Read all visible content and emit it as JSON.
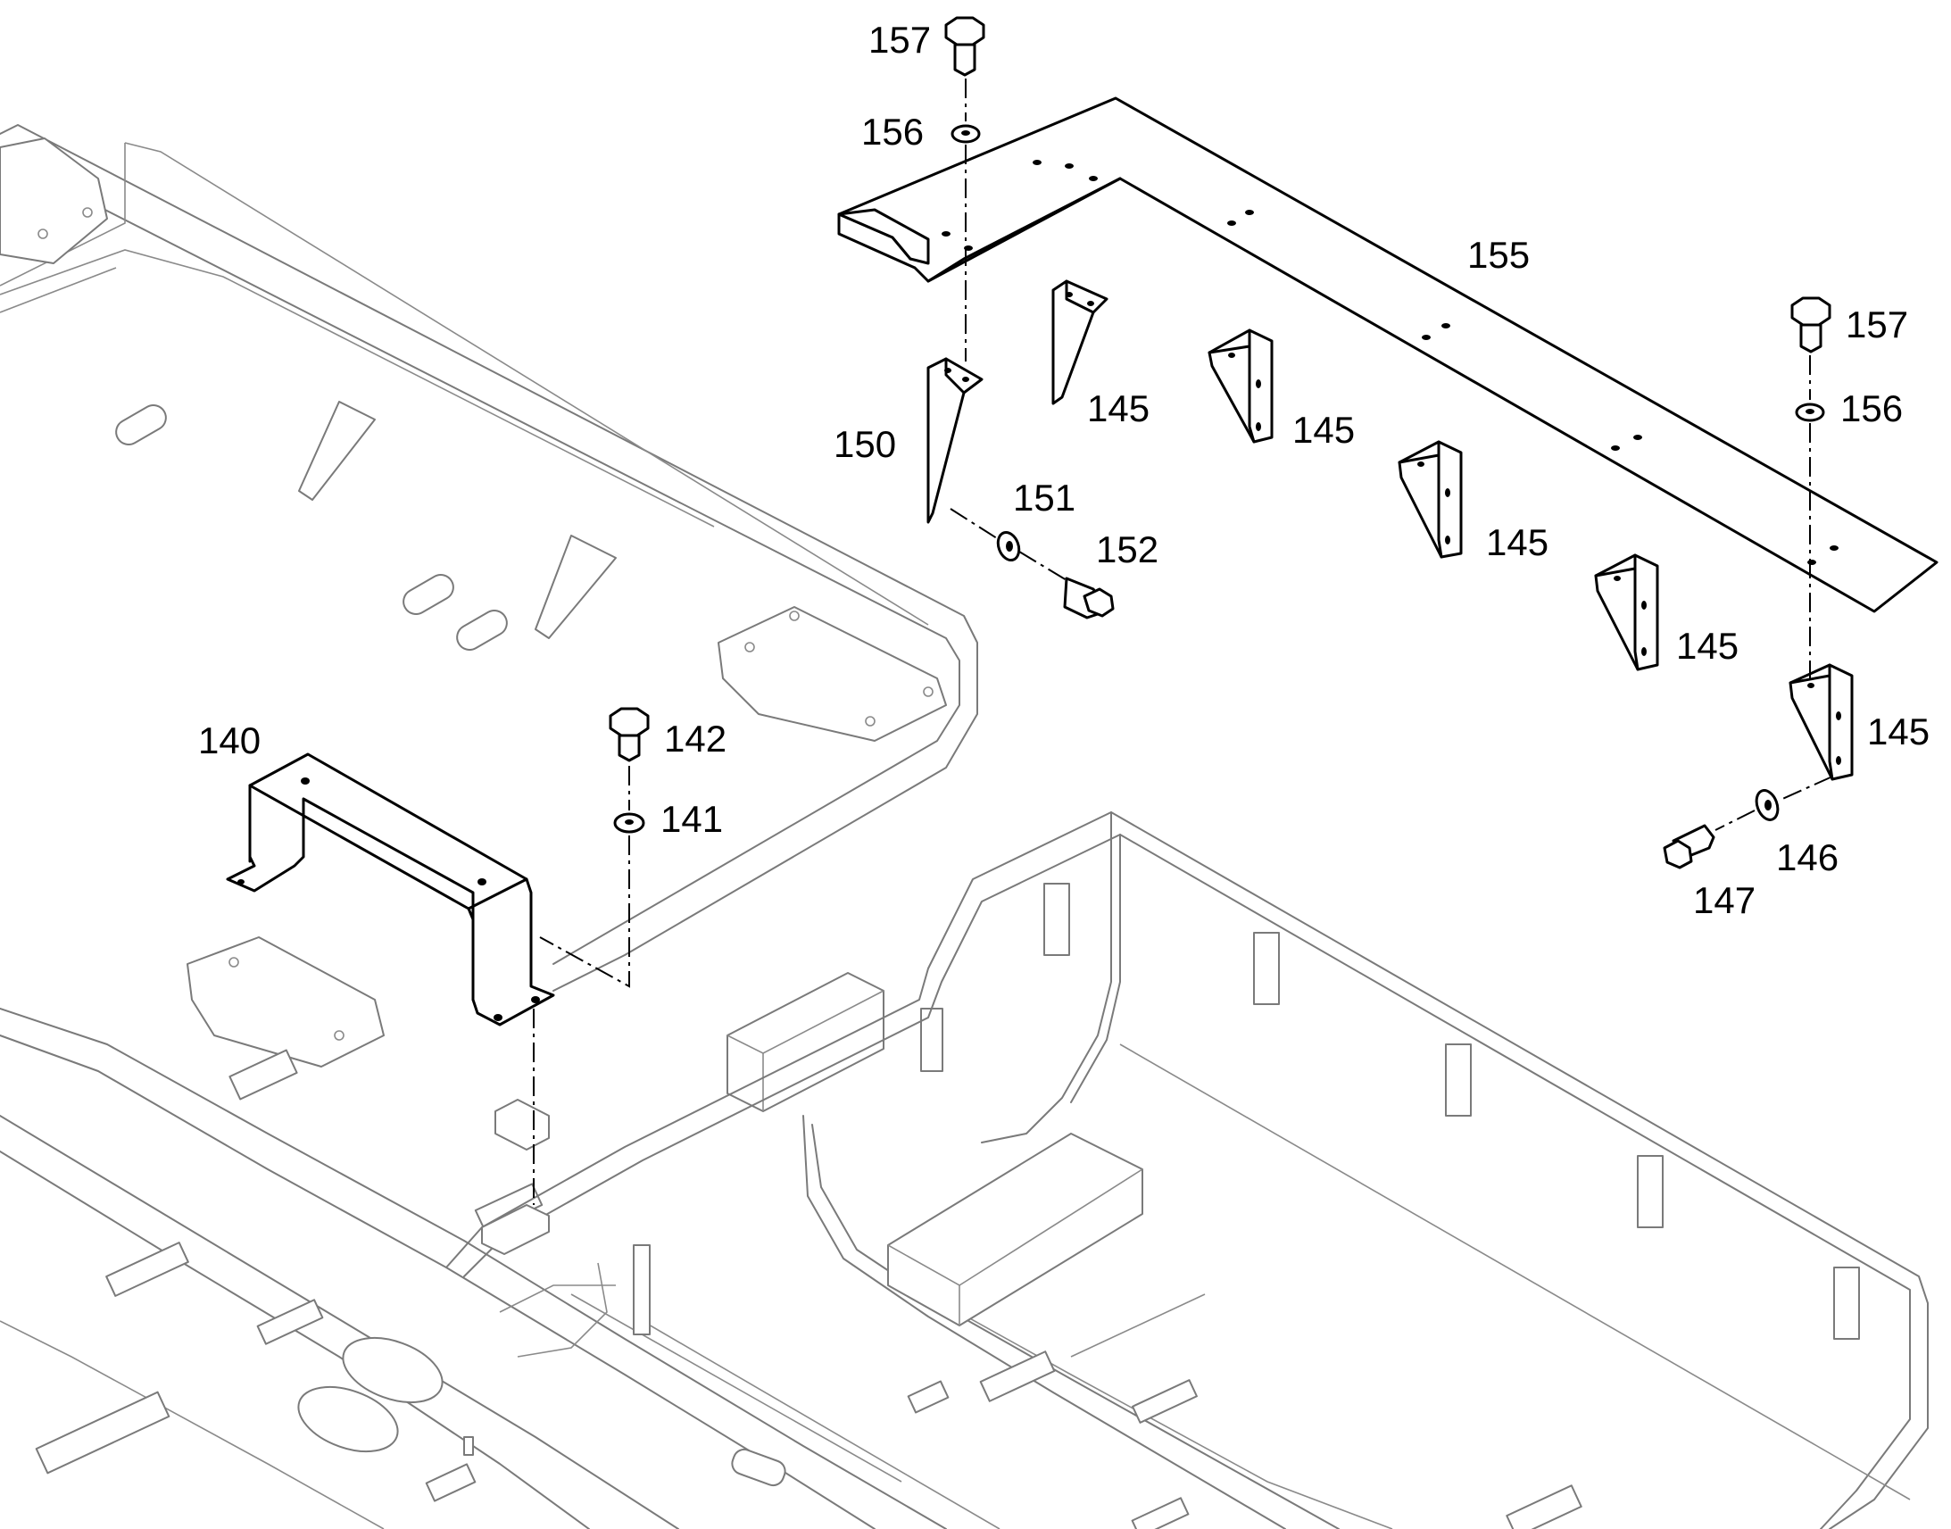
{
  "callouts": {
    "c157_top": "157",
    "c156_top": "156",
    "c155": "155",
    "c157_right": "157",
    "c156_right": "156",
    "c150": "150",
    "c151": "151",
    "c152": "152",
    "c145_a": "145",
    "c145_b": "145",
    "c145_c": "145",
    "c145_d": "145",
    "c145_e": "145",
    "c146": "146",
    "c147": "147",
    "c140": "140",
    "c142": "142",
    "c141": "141"
  }
}
